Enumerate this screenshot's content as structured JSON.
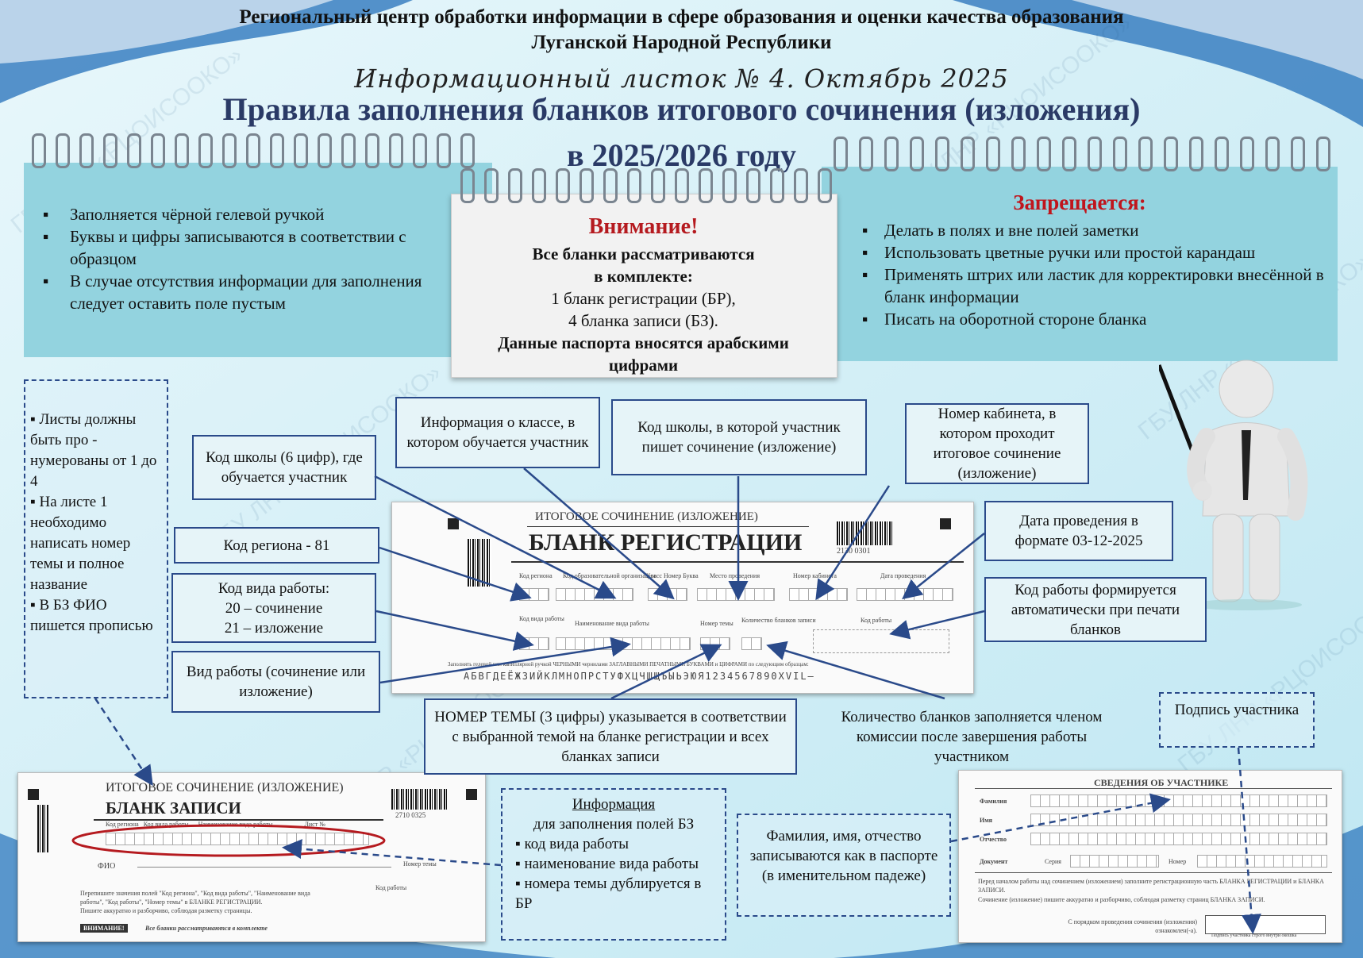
{
  "header": {
    "org_line1": "Региональный центр обработки информации в сфере образования и оценки качества образования",
    "org_line2": "Луганской Народной Республики",
    "issue": "Информационный листок № 4. Октябрь 2025",
    "title_line1": "Правила заполнения бланков итогового сочинения (изложения)",
    "title_line2": "в 2025/2026 году"
  },
  "watermark": "ГБУ ЛНР «РЦОИСООКО»",
  "left_note": {
    "items": [
      "Заполняется чёрной гелевой ручкой",
      "Буквы и цифры записываются в соответствии с образцом",
      "В случае отсутствия информации для заполнения следует оставить поле пустым"
    ]
  },
  "attention": {
    "heading": "Внимание!",
    "line1": "Все бланки рассматриваются",
    "line2": "в комплекте:",
    "line3": "1 бланк регистрации (БР),",
    "line4": "4 бланка записи (БЗ).",
    "line5": "Данные паспорта вносятся арабскими",
    "line6": "цифрами"
  },
  "forbidden": {
    "heading": "Запрещается:",
    "items": [
      "Делать в полях и вне полей заметки",
      "Использовать цветные ручки или простой карандаш",
      "Применять штрих или ластик для корректировки внесённой в бланк информации",
      "Писать на оборотной стороне бланка"
    ]
  },
  "side_note": {
    "items": [
      "Листы должны быть про - нумерованы от 1 до 4",
      "На листе 1 необходимо написать номер темы и полное название",
      "В БЗ ФИО пишется прописью"
    ]
  },
  "callouts": {
    "school_code": "Код школы (6 цифр), где обучается участник",
    "class_info": "Информация о классе, в котором обучается участник",
    "exam_school": "Код школы, в которой участник пишет сочинение (изложение)",
    "room": "Номер кабинета, в котором проходит итоговое сочинение (изложение)",
    "region": "Код региона - 81",
    "work_type_code_l1": "Код вида работы:",
    "work_type_code_l2": "20 – сочинение",
    "work_type_code_l3": "21 – изложение",
    "work_type": "Вид работы (сочинение или изложение)",
    "date": "Дата проведения в формате 03-12-2025",
    "work_code": "Код работы формируется автоматически при печати бланков",
    "topic": "НОМЕР ТЕМЫ (3 цифры) указывается в соответствии с выбранной темой на бланке регистрации и всех бланках записи",
    "sheets": "Количество бланков заполняется членом комиссии после завершения работы участником",
    "signature": "Подпись участника",
    "fio": "Фамилия, имя, отчество записываются как в паспорте (в именительном падеже)"
  },
  "bz_info": {
    "heading": "Информация",
    "subheading": "для заполнения полей БЗ",
    "items": [
      "код вида работы",
      "наименование вида работы",
      "номера темы дублируется в БР"
    ]
  },
  "reg_form": {
    "top": "ИТОГОВОЕ СОЧИНЕНИЕ (ИЗЛОЖЕНИЕ)",
    "title": "БЛАНК РЕГИСТРАЦИИ",
    "barcode_num": "2130 0301",
    "lbl_region": "Код региона",
    "lbl_org": "Код образовательной организации",
    "lbl_class": "Класс Номер Буква",
    "lbl_place": "Место проведения",
    "lbl_room": "Номер кабинета",
    "lbl_date": "Дата проведения",
    "lbl_worktype": "Код вида работы",
    "lbl_workname": "Наименование вида работы",
    "lbl_topic": "Номер темы",
    "lbl_count": "Количество бланков записи",
    "lbl_workcode": "Код работы",
    "instruction": "Заполнять гелевой или капиллярной ручкой ЧЕРНЫМИ чернилами ЗАГЛАВНЫМИ ПЕЧАТНЫМИ БУКВАМИ и ЦИФРАМИ по следующим образцам:",
    "sample": "АБВГДЕЁЖЗИЙКЛМНОПРСТУФХЦЧШЩЪЫЬЭЮЯ1234567890XVIL–"
  },
  "record_form": {
    "top": "ИТОГОВОЕ СОЧИНЕНИЕ (ИЗЛОЖЕНИЕ)",
    "title": "БЛАНК ЗАПИСИ",
    "barcode_num": "2710 0325",
    "labels": "Код региона   Код вида работы      Наименование вида работы                    Лист №",
    "fio": "ФИО",
    "topic": "Номер темы",
    "workcode": "Код работы",
    "note1": "Перепишите значения полей \"Код региона\", \"Код вида работы\", \"Наименование вида",
    "note2": "работы\", \"Код работы\", \"Номер темы\" в БЛАНКЕ РЕГИСТРАЦИИ.",
    "note3": "Пишите аккуратно и разборчиво, соблюдая разметку страницы.",
    "warn": "ВНИМАНИЕ!",
    "warn_text": "Все бланки рассматриваются в комплекте"
  },
  "participant_form": {
    "title": "СВЕДЕНИЯ ОБ УЧАСТНИКЕ",
    "surname": "Фамилия",
    "name": "Имя",
    "patronymic": "Отчество",
    "document": "Документ",
    "series": "Серия",
    "number": "Номер",
    "note1": "Перед началом работы над сочинением (изложением) заполните регистрационную часть БЛАНКА РЕГИСТРАЦИИ и БЛАНКА ЗАПИСИ.",
    "note2": "Сочинение (изложение) пишите аккуратно и разборчиво, соблюдая разметку страниц БЛАНКА ЗАПИСИ.",
    "agree": "С порядком проведения сочинения (изложения) ознакомлен(-а).",
    "sign_hint": "Подпись участника строго внутри окошка"
  }
}
